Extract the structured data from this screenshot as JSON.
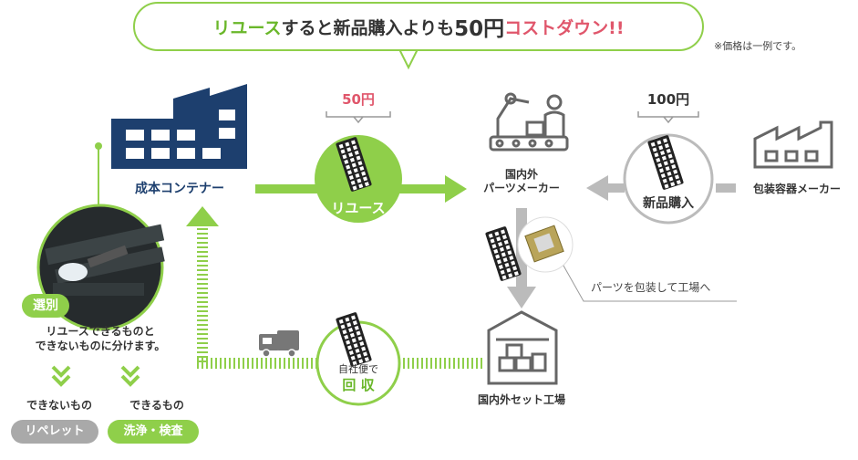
{
  "banner": {
    "part1": "リユース",
    "part2": "すると新品購入よりも",
    "part3": "50円",
    "part4": "コストダウン!!"
  },
  "note": "※価格は一例です。",
  "company": "成本コンテナー",
  "reuse": {
    "price": "50円",
    "label": "リユース"
  },
  "parts_maker": {
    "line1": "国内外",
    "line2": "パーツメーカー"
  },
  "new_purchase": {
    "price": "100円",
    "label": "新品購入"
  },
  "packaging_maker": "包装容器メーカー",
  "packing_note": "パーツを包装して工場へ",
  "factory": "国内外セット工場",
  "collect": {
    "line1": "自社便で",
    "line2": "回 収"
  },
  "sorting": {
    "badge": "選別",
    "line1": "リユースできるものと",
    "line2": "できないものに分けます。"
  },
  "cannot": {
    "label": "できないもの",
    "pill": "リペレット"
  },
  "can": {
    "label": "できるもの",
    "pill": "洗浄・検査"
  },
  "colors": {
    "green": "#8fcf4a",
    "dark_green": "#6ab72a",
    "pink": "#e0566b",
    "navy": "#1d3f6e",
    "gray": "#bbbbbb",
    "dark_gray": "#666666"
  }
}
